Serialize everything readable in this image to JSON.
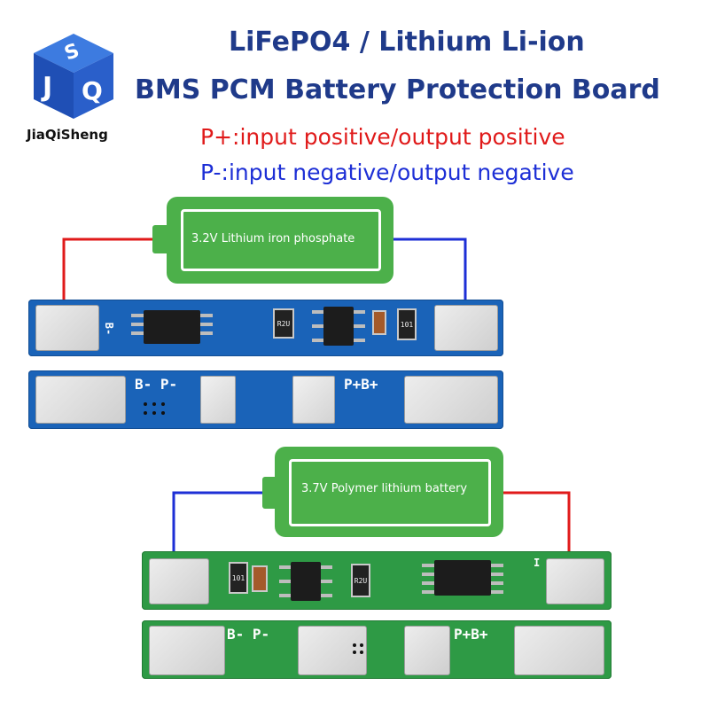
{
  "brand": {
    "name": "JiaQiSheng"
  },
  "header": {
    "title_line1": "LiFePO4 / Lithium Li-ion",
    "title_line2": "BMS PCM Battery Protection Board",
    "p_plus": "P+:input positive/output positive",
    "p_minus": "P-:input negative/output negative"
  },
  "battery1": {
    "label": "3.2V Lithium iron phosphate"
  },
  "battery2": {
    "label": "3.7V Polymer lithium battery"
  },
  "board_blue_top": {
    "silk_b_minus": "B-",
    "res1": "R2U",
    "res2": "101"
  },
  "board_blue_bottom": {
    "silk_left": "B- P-",
    "silk_right": "P+B+"
  },
  "board_green_top": {
    "res1": "101",
    "res2": "R2U",
    "silk_right": "I"
  },
  "board_green_bottom": {
    "silk_left": "B- P-",
    "silk_right": "P+B+"
  },
  "colors": {
    "title": "#1f3a8a",
    "positive": "#e01a1a",
    "negative": "#1d2fd6",
    "battery": "#4cb04a",
    "blue_pcb": "#1a63b8",
    "green_pcb": "#2e9a45"
  }
}
